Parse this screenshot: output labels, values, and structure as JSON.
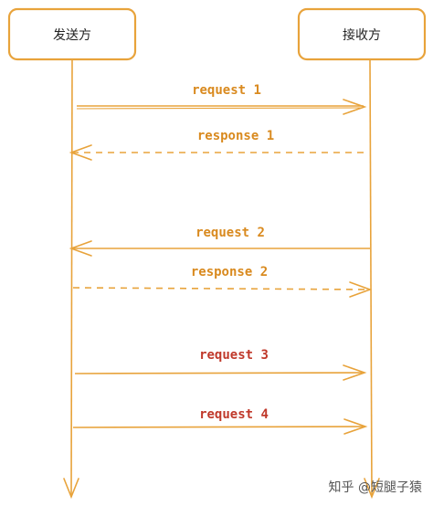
{
  "parties": [
    {
      "label": "发送方"
    },
    {
      "label": "接收方"
    }
  ],
  "messages": [
    {
      "label": "request 1",
      "direction": "sender-to-receiver",
      "style": "solid",
      "label_color": "#d98a1f"
    },
    {
      "label": "response 1",
      "direction": "receiver-to-sender",
      "style": "dashed",
      "label_color": "#d98a1f"
    },
    {
      "label": "request 2",
      "direction": "receiver-to-sender",
      "style": "solid",
      "label_color": "#d98a1f"
    },
    {
      "label": "response 2",
      "direction": "sender-to-receiver",
      "style": "dashed",
      "label_color": "#d98a1f"
    },
    {
      "label": "request 3",
      "direction": "sender-to-receiver",
      "style": "solid",
      "label_color": "#c0392b"
    },
    {
      "label": "request 4",
      "direction": "sender-to-receiver",
      "style": "solid",
      "label_color": "#c0392b"
    }
  ],
  "colors": {
    "stroke": "#e8a33b"
  },
  "watermark": {
    "text": "知乎 @短腿子猿"
  }
}
